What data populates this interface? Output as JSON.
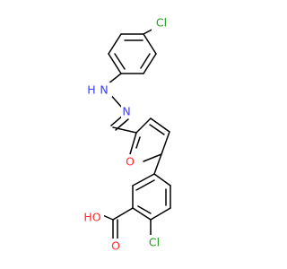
{
  "molecule": {
    "atoms": {
      "cl_top": {
        "label": "Cl",
        "color": "#1fa01f"
      },
      "n_nh": {
        "label": "N",
        "color": "#3b3bff",
        "h_label": "H"
      },
      "n_eq": {
        "label": "N",
        "color": "#3b3bff"
      },
      "o_furan": {
        "label": "O",
        "color": "#ff2a2a"
      },
      "o_carbonyl": {
        "label": "O",
        "color": "#ff2a2a"
      },
      "o_hydroxyl": {
        "label": "HO",
        "color": "#ff2a2a"
      },
      "cl_bottom": {
        "label": "Cl",
        "color": "#1fa01f"
      }
    },
    "bond_color": "#000000"
  }
}
